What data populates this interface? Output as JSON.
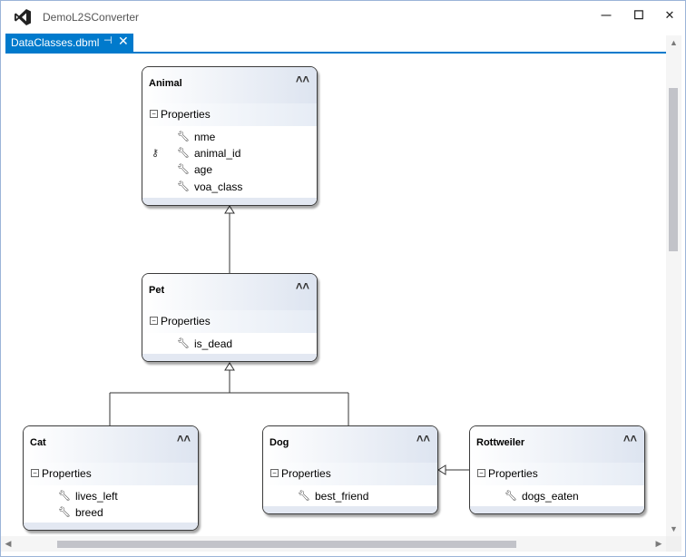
{
  "app": {
    "title": "DemoL2SConverter"
  },
  "tab": {
    "label": "DataClasses.dbml",
    "pin": "⊣",
    "close": "✕"
  },
  "window": {
    "minimize": "—",
    "maximize": "☐",
    "close": "✕"
  },
  "section_label": "Properties",
  "entities": {
    "animal": {
      "name": "Animal",
      "properties": [
        "nme",
        "animal_id",
        "age",
        "voa_class"
      ],
      "key_property": "animal_id"
    },
    "pet": {
      "name": "Pet",
      "properties": [
        "is_dead"
      ]
    },
    "cat": {
      "name": "Cat",
      "properties": [
        "lives_left",
        "breed"
      ]
    },
    "dog": {
      "name": "Dog",
      "properties": [
        "best_friend"
      ]
    },
    "rottweiler": {
      "name": "Rottweiler",
      "properties": [
        "dogs_eaten"
      ]
    }
  },
  "icons": {
    "property": "wrench-icon",
    "key": "key-icon",
    "collapse": "double-chevron-up-icon"
  }
}
